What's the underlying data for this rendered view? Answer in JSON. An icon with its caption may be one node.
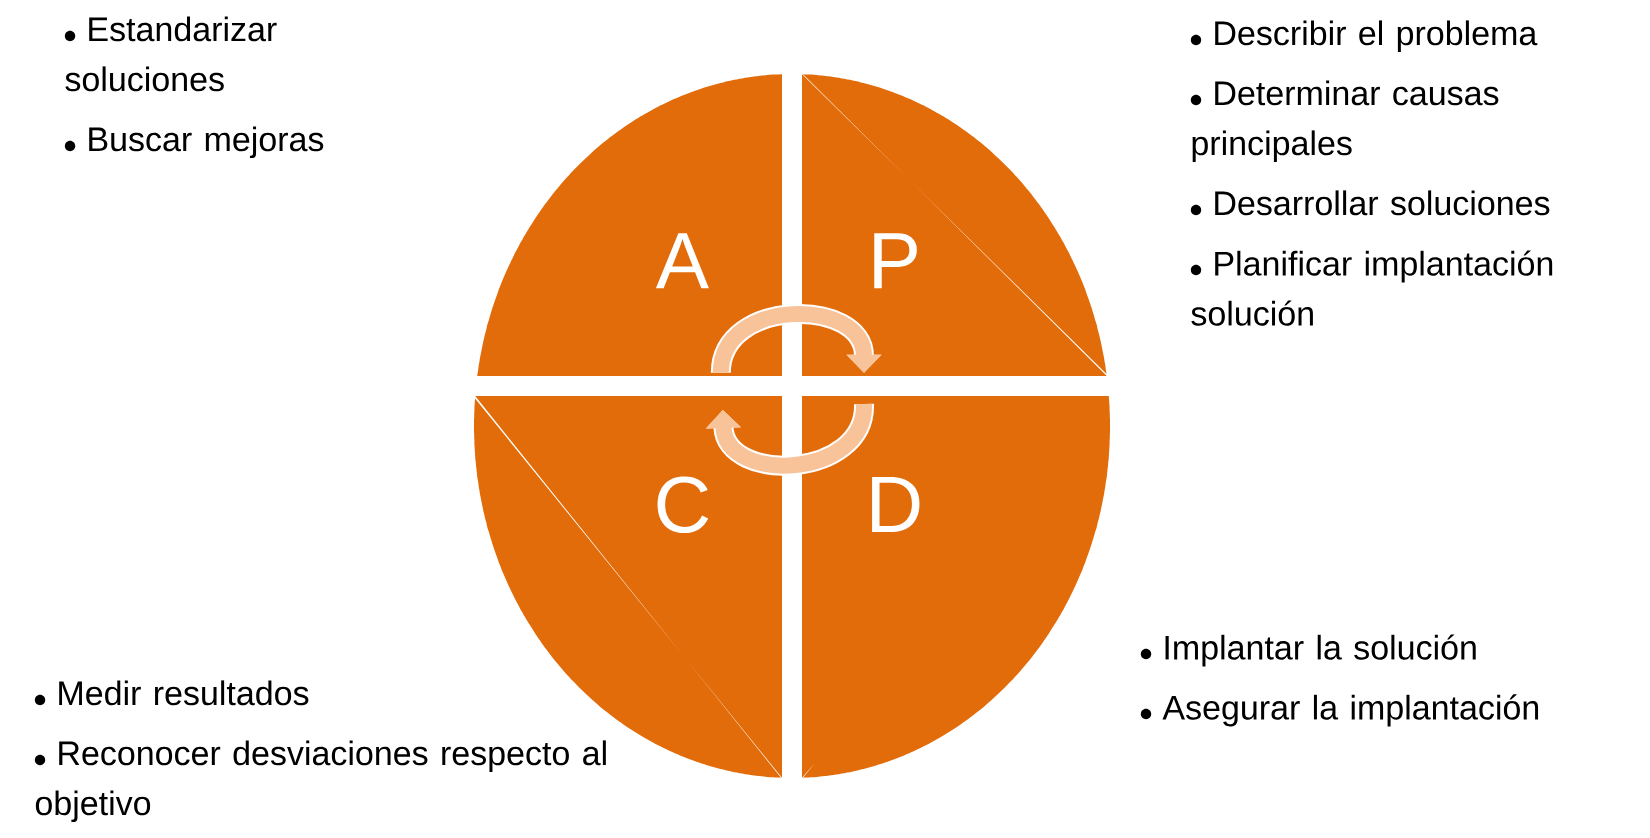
{
  "diagram": {
    "nodes": [
      {
        "text": [
          "A"
        ],
        "beside": [
          "Estandarizar soluciones",
          "Buscar mejoras"
        ]
      },
      {
        "text": [
          "P"
        ],
        "beside": [
          "Describir el problema",
          "Determinar causas principales",
          "Desarrollar soluciones",
          "Planificar implantación solución"
        ]
      },
      {
        "text": [
          "C"
        ],
        "beside": [
          "Medir resultados",
          "Reconocer desviaciones respecto al objetivo"
        ]
      },
      {
        "text": [
          "D"
        ],
        "beside": [
          "Implantar la solución",
          "Asegurar la implantación"
        ]
      }
    ],
    "edges": [
      {
        "from": 0,
        "to": 1,
        "arrow": "to"
      },
      {
        "from": 3,
        "to": 2,
        "arrow": "to"
      }
    ]
  }
}
